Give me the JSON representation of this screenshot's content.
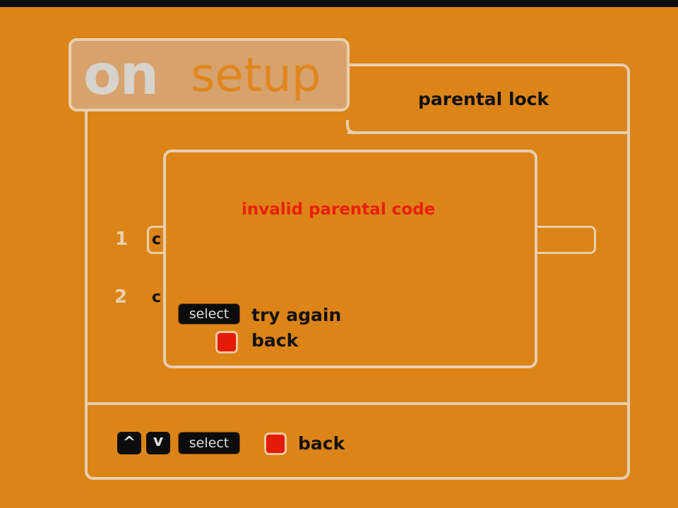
{
  "logo": {
    "on": "on",
    "setup": "setup"
  },
  "header": {
    "title": "parental lock"
  },
  "rows": [
    {
      "number": "1",
      "label": "c"
    },
    {
      "number": "2",
      "label": "c"
    }
  ],
  "dialog": {
    "message": "invalid parental code",
    "options": [
      {
        "key": "select",
        "label": "try again"
      },
      {
        "key": "red-button",
        "label": "back"
      }
    ]
  },
  "footer": {
    "up": "^",
    "down": "v",
    "select": "select",
    "back": "back"
  },
  "colors": {
    "background": "#dc8418",
    "border": "#e8cfae",
    "error": "#e8200c",
    "red_key": "#e51a08"
  }
}
